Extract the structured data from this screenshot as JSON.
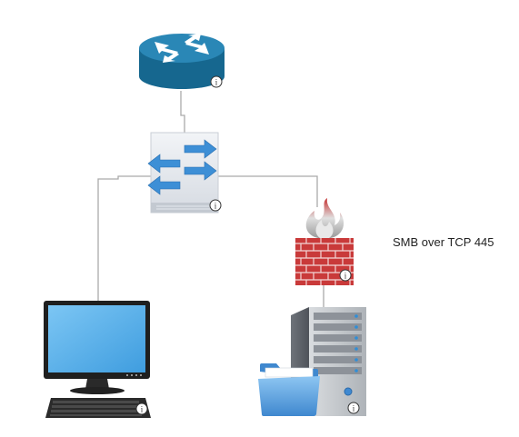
{
  "diagram": {
    "nodes": [
      {
        "id": "router",
        "icon": "router-icon"
      },
      {
        "id": "switch",
        "icon": "switch-icon"
      },
      {
        "id": "firewall",
        "icon": "firewall-icon"
      },
      {
        "id": "workstation",
        "icon": "desktop-computer-icon"
      },
      {
        "id": "file-server",
        "icon": "file-server-icon"
      }
    ],
    "edges": [
      {
        "from": "router",
        "to": "switch"
      },
      {
        "from": "switch",
        "to": "workstation"
      },
      {
        "from": "switch",
        "to": "firewall"
      },
      {
        "from": "firewall",
        "to": "file-server"
      }
    ],
    "annotation": "SMB over TCP 445",
    "colors": {
      "router": "#16678f",
      "switch_arrows": "#3d8fd6",
      "firewall": "#c93a3a",
      "monitor_screen": "#63b6ec",
      "folder": "#4f95d8",
      "server": "#7b7f86",
      "connector": "#aaaaaa"
    }
  }
}
